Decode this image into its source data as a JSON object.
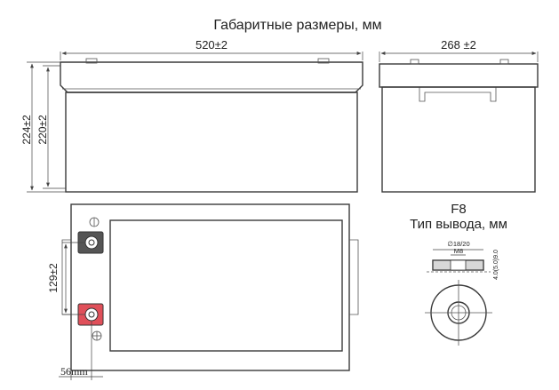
{
  "title": "Габаритные размеры, мм",
  "dimensions": {
    "length": "520±2",
    "width": "268 ±2",
    "total_height": "224±2",
    "case_height": "220±2",
    "terminal_spacing": "129±2",
    "terminal_offset": "56mm"
  },
  "terminal": {
    "code": "F8",
    "title": "Тип вывода, мм",
    "diameter": "∅18/20",
    "bolt": "M8",
    "height": "4.0(5.0)9.0"
  },
  "colors": {
    "positive": "#e0505a",
    "negative": "#555555",
    "line": "#3a3a3a"
  }
}
